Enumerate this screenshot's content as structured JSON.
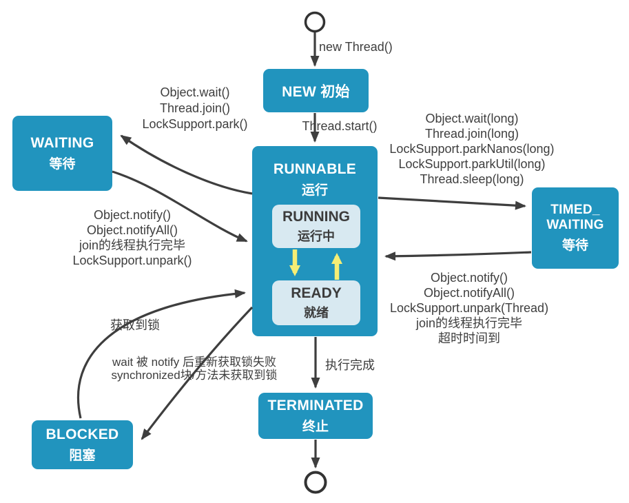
{
  "colors": {
    "node_fill": "#2194BE",
    "inner_fill": "#D8E9F1",
    "arrow": "#3E3E3E",
    "yellow_arrow": "#F5EE75",
    "label_text": "#3E3E3E"
  },
  "nodes": {
    "new": {
      "label": "NEW 初始"
    },
    "runnable": {
      "en": "RUNNABLE",
      "zh": "运行"
    },
    "running": {
      "en": "RUNNING",
      "zh": "运行中"
    },
    "ready": {
      "en": "READY",
      "zh": "就绪"
    },
    "waiting": {
      "en": "WAITING",
      "zh": "等待"
    },
    "timed_waiting": {
      "line1": "TIMED_",
      "line2": "WAITING",
      "line3": "等待"
    },
    "blocked": {
      "en": "BLOCKED",
      "zh": "阻塞"
    },
    "terminated": {
      "en": "TERMINATED",
      "zh": "终止"
    }
  },
  "edge_labels": {
    "new_thread": "new Thread()",
    "thread_start": "Thread.start()",
    "to_waiting": [
      "Object.wait()",
      "Thread.join()",
      "LockSupport.park()"
    ],
    "from_waiting": [
      "Object.notify()",
      "Object.notifyAll()",
      "join的线程执行完毕",
      "LockSupport.unpark()"
    ],
    "to_timed_waiting": [
      "Object.wait(long)",
      "Thread.join(long)",
      "LockSupport.parkNanos(long)",
      "LockSupport.parkUtil(long)",
      "Thread.sleep(long)"
    ],
    "from_timed_waiting": [
      "Object.notify()",
      "Object.notifyAll()",
      "LockSupport.unpark(Thread)",
      "join的线程执行完毕",
      "超时时间到"
    ],
    "blocked_to_runnable": "获取到锁",
    "runnable_to_blocked": [
      "wait 被 notify 后重新获取锁失败",
      "synchronized块/方法未获取到锁"
    ],
    "to_terminated": "执行完成"
  }
}
